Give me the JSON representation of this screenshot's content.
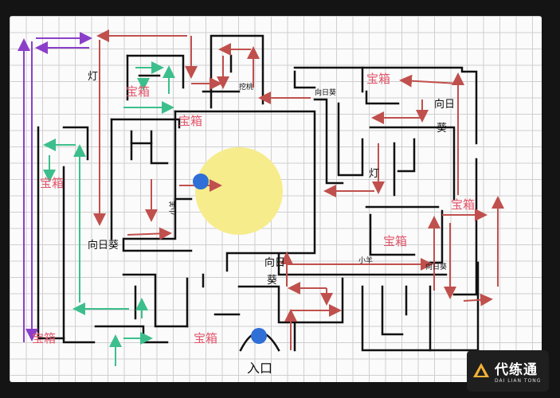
{
  "map": {
    "chest_label": "宝箱",
    "lamp_label": "灯",
    "sunflower_label": "向日葵",
    "sunflower_short": "向日",
    "sunflower_char": "葵",
    "goat_label": "小羊",
    "dig_label": "挖桃",
    "entrance_label": "入口"
  },
  "colors": {
    "arrow_red": "#c0504d",
    "arrow_green": "#3cbf8c",
    "arrow_purple": "#8b3fc9",
    "chest_text": "#e2556a",
    "wall": "#111111",
    "marker_blue": "#2f6fd6",
    "highlight_yellow": "#f7ec8c"
  },
  "watermark": {
    "brand": "代练通",
    "sub": "DAI LIAN TONG"
  }
}
